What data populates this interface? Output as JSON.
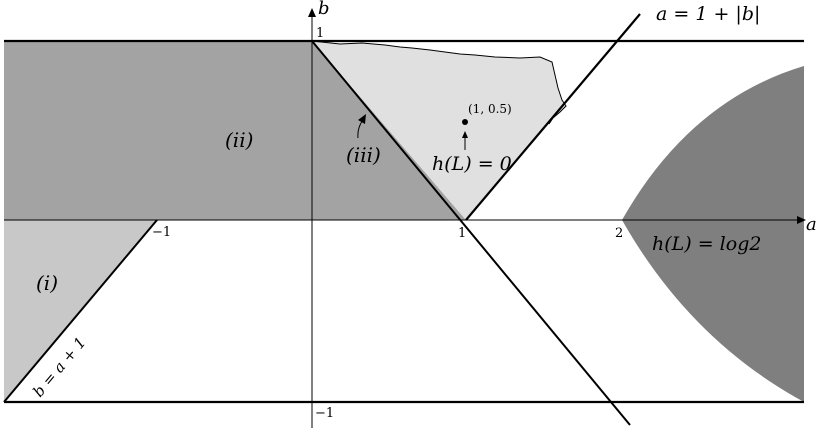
{
  "axes": {
    "x_label": "a",
    "y_label": "b"
  },
  "ticks": {
    "y_top": "1",
    "y_bottom": "−1",
    "x_neg1": "−1",
    "x_1": "1",
    "x_2": "2"
  },
  "regions": {
    "i": "(i)",
    "ii": "(ii)",
    "iii": "(iii)"
  },
  "annotations": {
    "curve_line": "a = 1 + |b|",
    "hL_zero": "h(L) = 0",
    "hL_log2": "h(L) = log2",
    "point": "(1, 0.5)",
    "line_i": "b = a + 1"
  },
  "colors": {
    "dark": "#7f7f7f",
    "mid": "#a3a3a3",
    "light": "#c8c8c8",
    "pale": "#e0e0e0",
    "line": "#000000"
  }
}
